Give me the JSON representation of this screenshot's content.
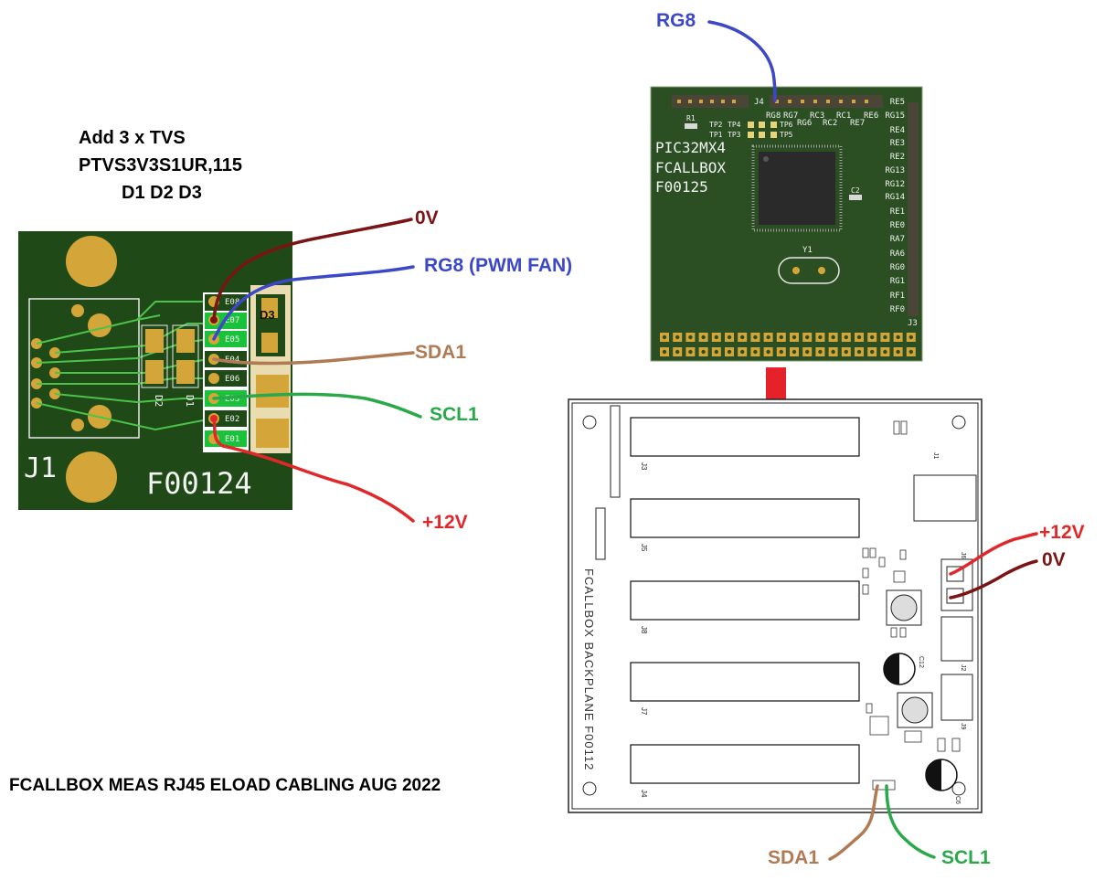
{
  "notes": {
    "tvs_line1": "Add 3 x TVS",
    "tvs_line2": "PTVS3V3S1UR,115",
    "tvs_line3": "D1 D2 D3",
    "title": "FCALLBOX MEAS RJ45 ELOAD CABLING AUG 2022"
  },
  "rj45_board": {
    "connector": "J1",
    "part_number": "F00124",
    "pads": [
      "E08",
      "E07",
      "E05",
      "E04",
      "E06",
      "E03",
      "E02",
      "E01"
    ],
    "diodes": [
      "D3",
      "D2",
      "D1"
    ]
  },
  "pic_board": {
    "line1": "PIC32MX4",
    "line2": "FCALLBOX",
    "line3": "F00125",
    "header_top": "J4",
    "header_right": "J3",
    "top_labels": [
      "RG8",
      "RG7",
      "RC3",
      "RC1",
      "RE6",
      "RG6",
      "RC2",
      "RE7"
    ],
    "right_pins": [
      "RE5",
      "RG15",
      "RE4",
      "RE3",
      "RE2",
      "RG13",
      "RG12",
      "RG14",
      "RE1",
      "RE0",
      "RA7",
      "RA6",
      "RG0",
      "RG1",
      "RF1",
      "RF0"
    ],
    "test_points": [
      "TP2",
      "TP4",
      "TP6",
      "TP1",
      "TP3",
      "TP5"
    ],
    "parts": [
      "R1",
      "C2",
      "Y1"
    ]
  },
  "backplane": {
    "title": "FCALLBOX BACKPLANE F00112",
    "slots": [
      "J3",
      "J5",
      "J8",
      "J7",
      "J4"
    ],
    "right_connectors": [
      "J6",
      "J2",
      "J9"
    ],
    "caps": [
      "C12",
      "C6"
    ],
    "misc": [
      "J1"
    ]
  },
  "wires": {
    "gnd": "0V",
    "rg8_fan": "RG8 (PWM FAN)",
    "sda": "SDA1",
    "scl": "SCL1",
    "v12": "+12V",
    "rg8": "RG8",
    "bp_v12": "+12V",
    "bp_gnd": "0V",
    "bp_sda": "SDA1",
    "bp_scl": "SCL1"
  },
  "colors": {
    "pcb_green": "#1f4a17",
    "gold_pad": "#d4a63a",
    "trace_green": "#4cc24a",
    "wire_0v": "#7b1414",
    "wire_rg8": "#3c48c8",
    "wire_sda": "#b07a55",
    "wire_scl": "#2aa84a",
    "wire_12v": "#e0282a",
    "arrow": "#e5222a"
  }
}
